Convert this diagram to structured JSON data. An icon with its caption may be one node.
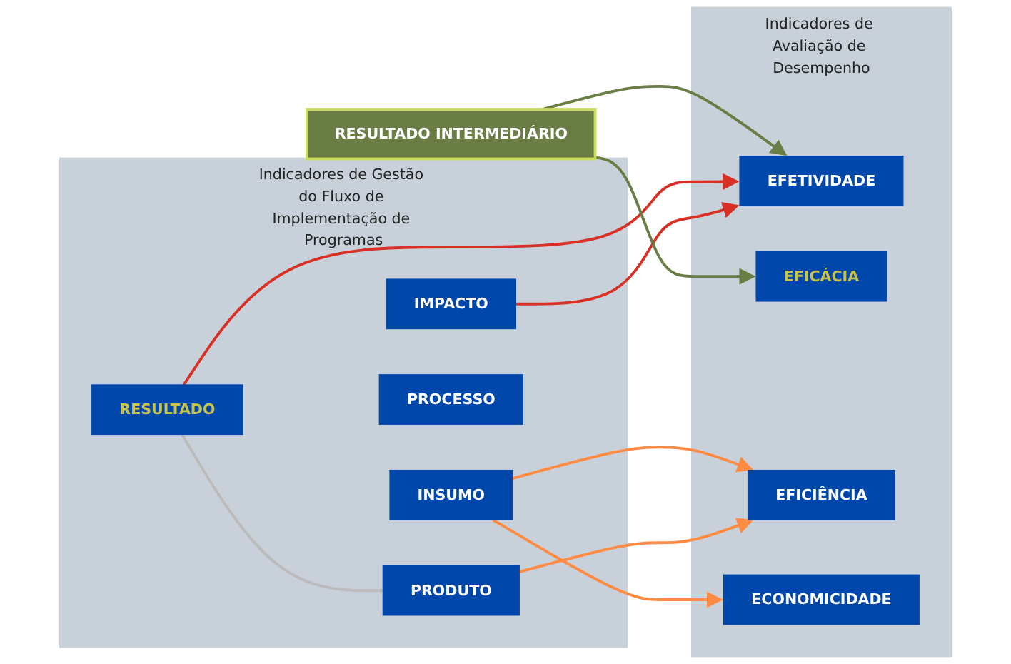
{
  "diagram": {
    "nodes": [
      {
        "text": [
          "Indicadores de Gestão do Fluxo de Implementação de Programas"
        ]
      },
      {
        "text": [
          "IMPACTO"
        ],
        "in": 0
      },
      {
        "text": [
          "RESULTADO"
        ],
        "in": 0
      },
      {
        "text": [
          "PRODUTO"
        ],
        "in": 0
      },
      {
        "text": [
          "PROCESSO"
        ],
        "in": 0
      },
      {
        "text": [
          "INSUMO"
        ],
        "in": 0
      },
      {
        "text": [
          "Indicadores de Avaliação de Desempenho"
        ]
      },
      {
        "text": [
          "EFETIVIDADE"
        ],
        "in": 6
      },
      {
        "text": [
          "EFICÁCIA"
        ],
        "in": 6
      },
      {
        "text": [
          "EFICIÊNCIA"
        ],
        "in": 6
      },
      {
        "text": [
          "ECONOMICIDADE"
        ],
        "in": 6
      },
      {
        "text": [
          "RESULTADO INTERMEDIÁRIO"
        ]
      }
    ],
    "edges": [
      {
        "from": 1,
        "to": 7,
        "arrow": "to",
        "color": "#d93025"
      },
      {
        "from": 2,
        "to": 7,
        "arrow": "to",
        "color": "#d93025"
      },
      {
        "from": 11,
        "to": 7,
        "arrow": "to",
        "color": "#6a7d45"
      },
      {
        "from": 2,
        "to": 3,
        "arrow": "none",
        "color": "#bbbbbb"
      },
      {
        "from": 11,
        "to": 8,
        "arrow": "to",
        "color": "#6a7d45"
      },
      {
        "from": 3,
        "to": 9,
        "arrow": "to",
        "color": "#ff8c42"
      },
      {
        "from": 5,
        "to": 9,
        "arrow": "to",
        "color": "#ff8c42"
      },
      {
        "from": 5,
        "to": 10,
        "arrow": "to",
        "color": "#ff8c42"
      }
    ]
  }
}
